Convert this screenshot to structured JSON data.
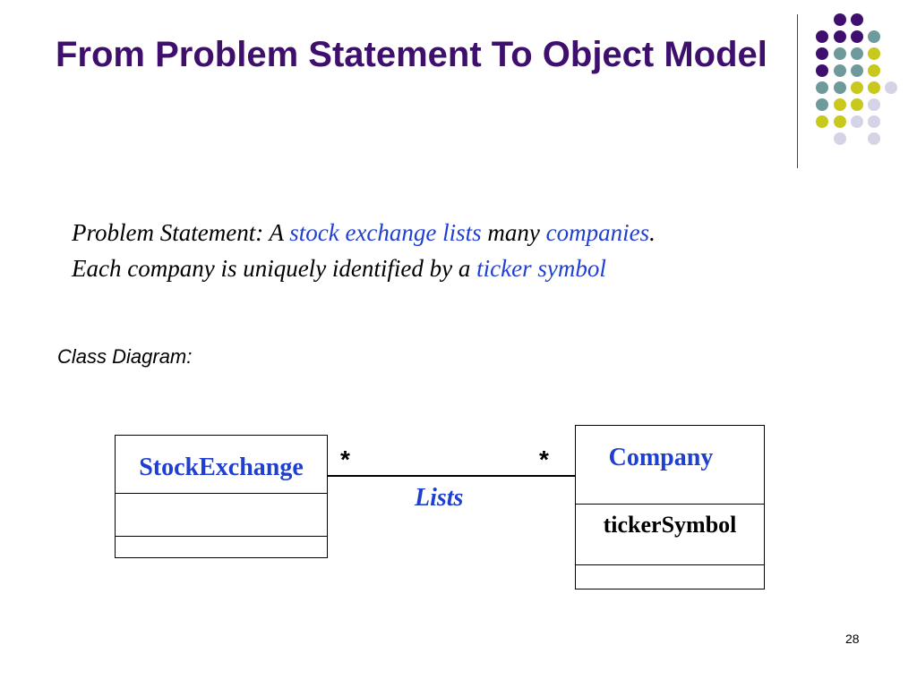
{
  "slide": {
    "title": "From Problem Statement To  Object Model",
    "page_number": "28"
  },
  "statement": {
    "prefix": "Problem Statement: A ",
    "stock_exchange_lists": "stock exchange lists",
    "many": " many ",
    "companies": "companies",
    "period": ".",
    "line2": "Each company is uniquely identified by a ",
    "ticker_symbol": "ticker symbol"
  },
  "diagram": {
    "label": "Class Diagram:",
    "classes": {
      "stock_exchange": {
        "name": "StockExchange"
      },
      "company": {
        "name": "Company",
        "attribute": "tickerSymbol"
      }
    },
    "association": {
      "name": "Lists",
      "left_multiplicity": "*",
      "right_multiplicity": "*"
    }
  },
  "decoration": {
    "dot_colors": [
      "#3f0f6e",
      "#6e9a9c",
      "#c8c81e",
      "#d4d4e6"
    ]
  }
}
